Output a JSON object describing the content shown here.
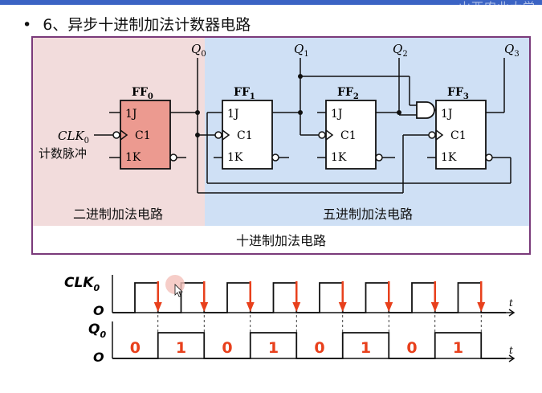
{
  "slide": {
    "watermark": "山西农业大学",
    "bullet": "•",
    "title": "6、异步十进制加法计数器电路"
  },
  "circuit": {
    "input_label": "CLK",
    "input_sub": "0",
    "input_desc": "计数脉冲",
    "region_binary": "二进制加法电路",
    "region_quinary": "五进制加法电路",
    "region_decimal": "十进制加法电路",
    "q_symbol": "Q",
    "flipflops": [
      {
        "name": "FF",
        "sub": "0",
        "j": "1J",
        "c": "C1",
        "k": "1K",
        "q": "0"
      },
      {
        "name": "FF",
        "sub": "1",
        "j": "1J",
        "c": "C1",
        "k": "1K",
        "q": "1"
      },
      {
        "name": "FF",
        "sub": "2",
        "j": "1J",
        "c": "C1",
        "k": "1K",
        "q": "2"
      },
      {
        "name": "FF",
        "sub": "3",
        "j": "1J",
        "c": "C1",
        "k": "1K",
        "q": "3"
      }
    ],
    "colors": {
      "binary_bg": "#f2dcdc",
      "quinary_bg": "#cfe0f5",
      "ff0_fill": "#ec9a90",
      "frame": "#7a3a7a"
    }
  },
  "timing": {
    "clk_label": "CLK",
    "clk_sub": "0",
    "q_label": "Q",
    "q_sub": "0",
    "zero_label": "O",
    "t_label": "t",
    "pulse_count": 8,
    "q0_states": [
      "0",
      "1",
      "0",
      "1",
      "0",
      "1",
      "0",
      "1"
    ],
    "colors": {
      "arrow": "#e8401c",
      "state_text": "#e8401c"
    }
  }
}
